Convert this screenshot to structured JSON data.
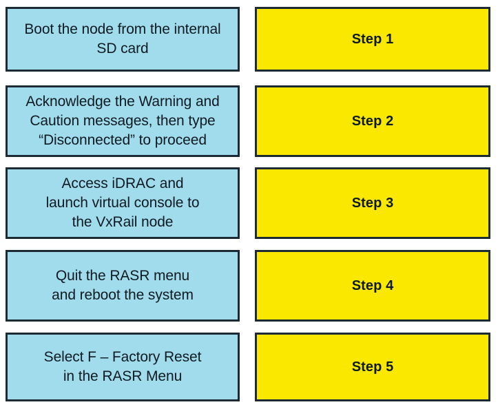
{
  "diagram": {
    "type": "process-steps",
    "colors": {
      "action_fill": "#a0dcec",
      "step_fill": "#fae800",
      "border": "#1c2b33",
      "text": "#0e1a22",
      "background": "#ffffff"
    },
    "rows": [
      {
        "action": "Boot the node from the internal\nSD card",
        "step": "Step 1"
      },
      {
        "action": "Acknowledge the Warning and\nCaution messages, then type\n“Disconnected” to proceed",
        "step": "Step 2"
      },
      {
        "action": "Access iDRAC and\nlaunch virtual console to\nthe VxRail node",
        "step": "Step 3"
      },
      {
        "action": "Quit the RASR menu\nand reboot the system",
        "step": "Step 4"
      },
      {
        "action": "Select F – Factory Reset\nin the RASR Menu",
        "step": "Step 5"
      }
    ]
  }
}
